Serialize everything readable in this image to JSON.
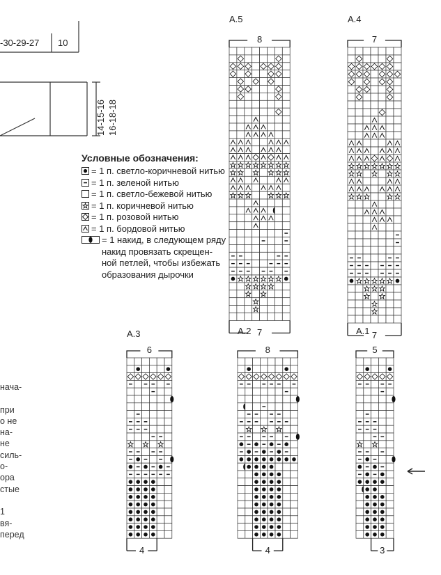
{
  "top_fragment": {
    "width_numbers": "-30-29-27",
    "width_box": "10",
    "height_line1": "14-15-16",
    "height_line2": "16-18-18"
  },
  "legend": {
    "title": "Условные обозначения:",
    "items": [
      {
        "symbol": "light-brown-dot-icon",
        "text": "= 1 п. светло-коричневой нитью"
      },
      {
        "symbol": "green-dash-icon",
        "text": "= 1 п. зеленой нитью"
      },
      {
        "symbol": "empty-box-icon",
        "text": "= 1 п. светло-бежевой нитью"
      },
      {
        "symbol": "brown-star-icon",
        "text": "= 1 п. коричневой нитью"
      },
      {
        "symbol": "pink-diamond-icon",
        "text": "= 1 п. розовой нитью"
      },
      {
        "symbol": "burgundy-caret-icon",
        "text": "= 1 п. бордовой нитью"
      },
      {
        "symbol": "yarn-over-icon",
        "text": "= 1 накид, в следующем ряду\nнакид провязать скрещен-\nной петлей, чтобы избежать\nобразования дырочки"
      }
    ]
  },
  "side_text": [
    "нача-",
    "",
    "при",
    "о не",
    "на-",
    " не",
    "силь-",
    "о-",
    "ора",
    "стые",
    "",
    "1",
    "вя-",
    "перед"
  ],
  "charts": [
    {
      "label": "A.5",
      "top_number": "8",
      "bottom_number": "7",
      "rows": [
        "        ",
        ".D....D.",
        "DDD.DDD.",
        "D.D..DD.",
        ".D.D.D..",
        ".DD...D.",
        ".D....D.",
        ".........",
        "......D..",
        "...^.....",
        "..^^^....",
        "..^^^^..",
        "^^^..^^^",
        "^^^.^^^.",
        "^^^D^D^^",
        "SSSSSSSS",
        "SS.S.SSS",
        "^^.^..^^",
        "^^^.^^^.",
        "SSS..SSS",
        "...^....",
        "..^^^Y..",
        "...^^^..",
        "...^....",
        ".......-",
        "....-..-",
        "........",
        "--....--",
        "---..---",
        "---.--.-",
        "oSSSSSSo",
        "..SSSS..",
        "..S.S...",
        "...S....",
        "...S....",
        "........"
      ]
    },
    {
      "label": "A.4",
      "top_number": "7",
      "bottom_number": "7",
      "rows": [
        "       ",
        ".D...D.",
        "DDDDDD.",
        "DDD.DDD",
        "D.D.DD.",
        ".DD..D.",
        ".D...D.",
        ".......",
        "....D..",
        "...^...",
        "..^^^..",
        "..^^^..",
        "^^...^^",
        "^^^.^^^",
        "^^^D^D^",
        "SSSSSSS",
        "SS.S.SS",
        "^^...^^",
        "^^^.^^^",
        "SSS..SS",
        "...^...",
        "..^^^..",
        "...^^^.",
        "...^...",
        "......-",
        "......-",
        ".......",
        "--...--",
        "---.---",
        "---.---",
        "oSSSSSo",
        "..SSS..",
        "..S.S..",
        "...S...",
        "...S...",
        "......."
      ]
    },
    {
      "label": "A.3",
      "top_number": "6",
      "bottom_number": "4",
      "rows": [
        "      ",
        ".o...o",
        "DDDDDD",
        "-.--.-",
        "...-..",
        ".....Y",
        "......",
        ".-....",
        "---...",
        "---...",
        "...--.",
        "S.S.S.",
        "--.--.",
        "-o-.-Y",
        "o-o-o-",
        "------",
        "oooo..",
        "oooo..",
        "oooo..",
        "oooo..",
        "oooo..",
        "oooo..",
        "oooo..",
        "oooo.."
      ]
    },
    {
      "label": "A.2",
      "top_number": "8",
      "bottom_number": "4",
      "rows": [
        "        ",
        ".o....o.",
        "DDDDDDDD",
        "--.---.-",
        "......-.",
        ".......Y",
        "Y..-....",
        ".--.--..",
        "---.---.",
        ".S.S.S..",
        "--.--.-Y",
        "o-o-o-o.",
        "-o-o-o-.",
        "oooooooo",
        "Yoooo...",
        "..oooo..",
        "..oooo..",
        "..oooo..",
        "..oooo..",
        "..oooo..",
        "..oooo..",
        "..oooo..",
        "..oooo..",
        "..oooo.."
      ]
    },
    {
      "label": "A.1",
      "top_number": "5",
      "bottom_number": "3",
      "rows": [
        "     ",
        ".o..o",
        "DDDDD",
        "--.--",
        "...-.",
        "....Y",
        ".....",
        ".-...",
        "---..",
        "---..",
        "..--.",
        "S.S..",
        "--.-.",
        "-o-.Y",
        "o-o-.",
        "-o-o.",
        "oooo.",
        "Yoo..",
        ".ooo.",
        ".ooo.",
        ".ooo.",
        ".ooo.",
        ".ooo.",
        ".ooo."
      ]
    }
  ],
  "arrow_icon": "left-arrow-icon"
}
